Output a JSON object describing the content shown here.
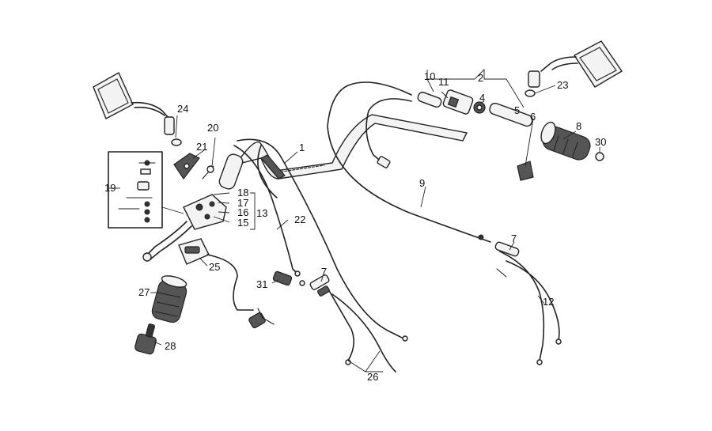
{
  "diagram": {
    "callouts": {
      "c1": "1",
      "c2": "2",
      "c4": "4",
      "c5": "5",
      "c6": "6",
      "c7a": "7",
      "c7b": "7",
      "c8": "8",
      "c9": "9",
      "c10": "10",
      "c11": "11",
      "c12": "12",
      "c13": "13",
      "c15": "15",
      "c16": "16",
      "c17": "17",
      "c18": "18",
      "c19": "19",
      "c20": "20",
      "c21": "21",
      "c22": "22",
      "c23": "23",
      "c24": "24",
      "c25": "25",
      "c26": "26",
      "c27": "27",
      "c28": "28",
      "c30": "30",
      "c31": "31"
    }
  }
}
